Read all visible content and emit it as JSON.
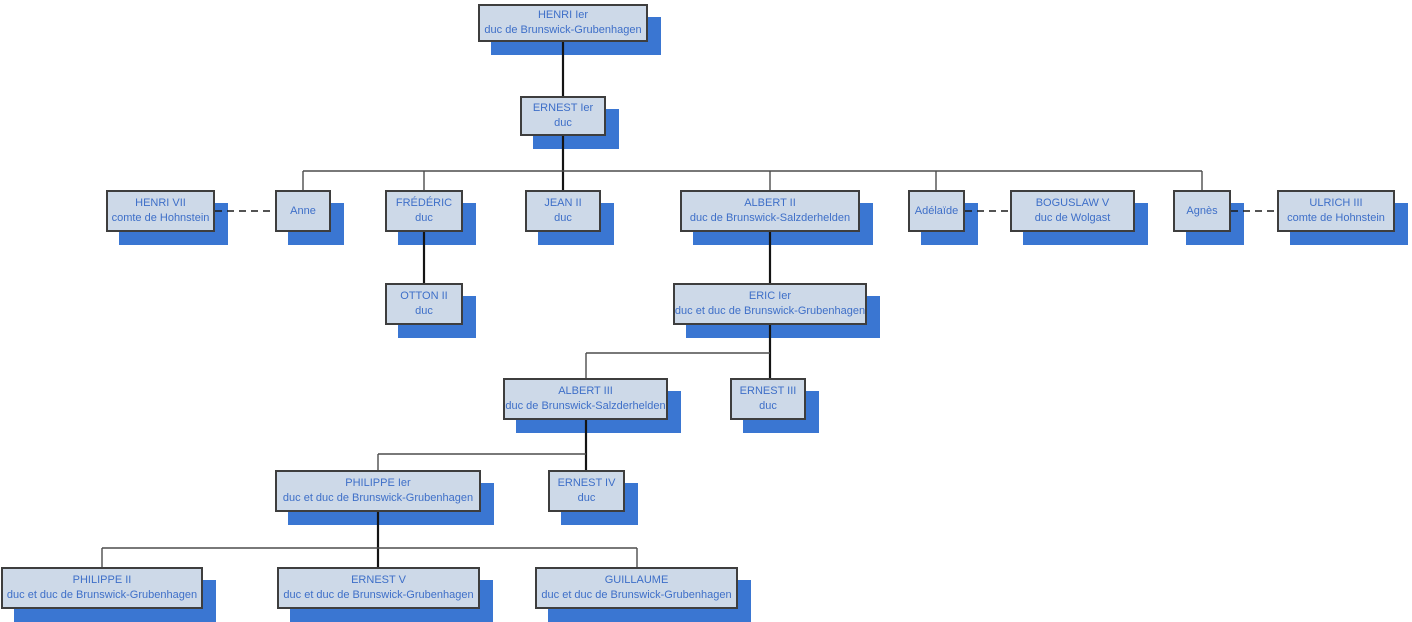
{
  "diagram": {
    "type": "family-tree",
    "dynasty": "Brunswick-Grubenhagen",
    "colors": {
      "node_fill": "#CDD9E8",
      "node_border": "#3E3E3E",
      "node_shadow": "#3A76D2",
      "text": "#3E6FC8",
      "connector": "#4D4D4D",
      "background": "#FFFFFF"
    },
    "nodes": {
      "henri1": {
        "name": "HENRI Ier",
        "title": "duc de Brunswick-Grubenhagen"
      },
      "ernest1": {
        "name": "ERNEST Ier",
        "title": "duc"
      },
      "henri7": {
        "name": "HENRI VII",
        "title": "comte de Hohnstein"
      },
      "anne": {
        "name": "Anne",
        "title": ""
      },
      "frederic": {
        "name": "FRÉDÉRIC",
        "title": "duc"
      },
      "jean2": {
        "name": "JEAN II",
        "title": "duc"
      },
      "albert2": {
        "name": "ALBERT II",
        "title": "duc de Brunswick-Salzderhelden"
      },
      "adelaide": {
        "name": "Adélaïde",
        "title": ""
      },
      "boguslaw5": {
        "name": "BOGUSLAW V",
        "title": "duc de Wolgast"
      },
      "agnes": {
        "name": "Agnès",
        "title": ""
      },
      "ulrich3": {
        "name": "ULRICH III",
        "title": "comte de Hohnstein"
      },
      "otton2": {
        "name": "OTTON II",
        "title": "duc"
      },
      "eric1": {
        "name": "ERIC Ier",
        "title": "duc et duc de Brunswick-Grubenhagen"
      },
      "albert3": {
        "name": "ALBERT III",
        "title": "duc de Brunswick-Salzderhelden"
      },
      "ernest3": {
        "name": "ERNEST III",
        "title": "duc"
      },
      "philippe1": {
        "name": "PHILIPPE Ier",
        "title": "duc et duc de Brunswick-Grubenhagen"
      },
      "ernest4": {
        "name": "ERNEST IV",
        "title": "duc"
      },
      "philippe2": {
        "name": "PHILIPPE II",
        "title": "duc et duc de Brunswick-Grubenhagen"
      },
      "ernest5": {
        "name": "ERNEST V",
        "title": "duc et duc de Brunswick-Grubenhagen"
      },
      "guillaume": {
        "name": "GUILLAUME",
        "title": "duc et duc de Brunswick-Grubenhagen"
      }
    },
    "edges": {
      "parent_child": [
        [
          "henri1",
          "ernest1"
        ],
        [
          "ernest1",
          "anne"
        ],
        [
          "ernest1",
          "frederic"
        ],
        [
          "ernest1",
          "jean2"
        ],
        [
          "ernest1",
          "albert2"
        ],
        [
          "ernest1",
          "adelaide"
        ],
        [
          "ernest1",
          "agnes"
        ],
        [
          "frederic",
          "otton2"
        ],
        [
          "albert2",
          "eric1"
        ],
        [
          "eric1",
          "albert3"
        ],
        [
          "eric1",
          "ernest3"
        ],
        [
          "albert3",
          "philippe1"
        ],
        [
          "albert3",
          "ernest4"
        ],
        [
          "philippe1",
          "philippe2"
        ],
        [
          "philippe1",
          "ernest5"
        ],
        [
          "philippe1",
          "guillaume"
        ]
      ],
      "marriages": [
        [
          "henri7",
          "anne"
        ],
        [
          "adelaide",
          "boguslaw5"
        ],
        [
          "agnes",
          "ulrich3"
        ]
      ]
    }
  }
}
